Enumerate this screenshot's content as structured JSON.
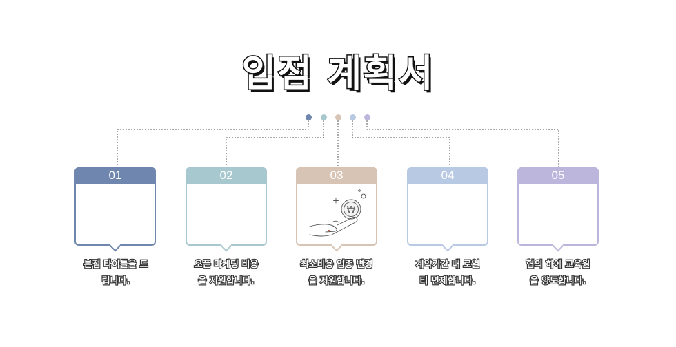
{
  "title": "입점 계획서",
  "dot_colors": [
    "#6f86ae",
    "#a8c8cf",
    "#d8c4b4",
    "#b8c9e4",
    "#bdb6dc"
  ],
  "steps": [
    {
      "number": "01",
      "color": "#6f86ae",
      "caption_line1": "본점 타이틀을 드",
      "caption_line2": "립니다."
    },
    {
      "number": "02",
      "color": "#a8c8cf",
      "caption_line1": "오픈 마케팅 비용",
      "caption_line2": "을 지원합니다."
    },
    {
      "number": "03",
      "color": "#d8c4b4",
      "caption_line1": "최소비용 업종 변경",
      "caption_line2": "을 지원합니다.",
      "icon": "coin-hand-icon",
      "coin_symbol": "₩"
    },
    {
      "number": "04",
      "color": "#b8c9e4",
      "caption_line1": "계약기간 내 로열",
      "caption_line2": "티 면제합니다."
    },
    {
      "number": "05",
      "color": "#bdb6dc",
      "caption_line1": "협의 하에 교육원",
      "caption_line2": "을 양도합니다."
    }
  ]
}
